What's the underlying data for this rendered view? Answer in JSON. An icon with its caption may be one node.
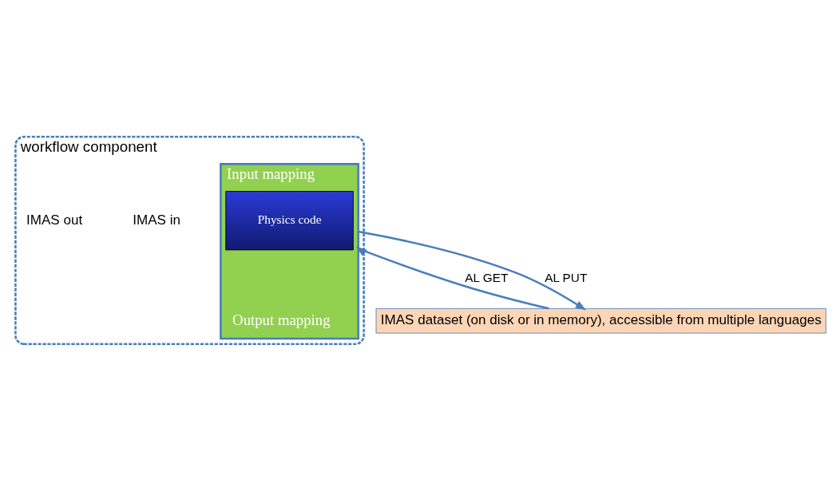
{
  "diagram": {
    "nodes": [
      {
        "text": [
          "workflow component"
        ]
      },
      {
        "text": [
          "Input mapping",
          "Output mapping"
        ],
        "in": 0
      },
      {
        "text": [
          "Physics code"
        ],
        "in": 1
      },
      {
        "text": [
          "IMAS dataset (on disk or in memory), accessible from multiple languages"
        ]
      }
    ],
    "edges": [
      {
        "from": 3,
        "to": 1,
        "arrow": "to",
        "label": "AL GET"
      },
      {
        "from": 1,
        "to": 3,
        "arrow": "to",
        "label": "AL PUT"
      }
    ],
    "labels": [
      "IMAS in",
      "IMAS out"
    ]
  }
}
